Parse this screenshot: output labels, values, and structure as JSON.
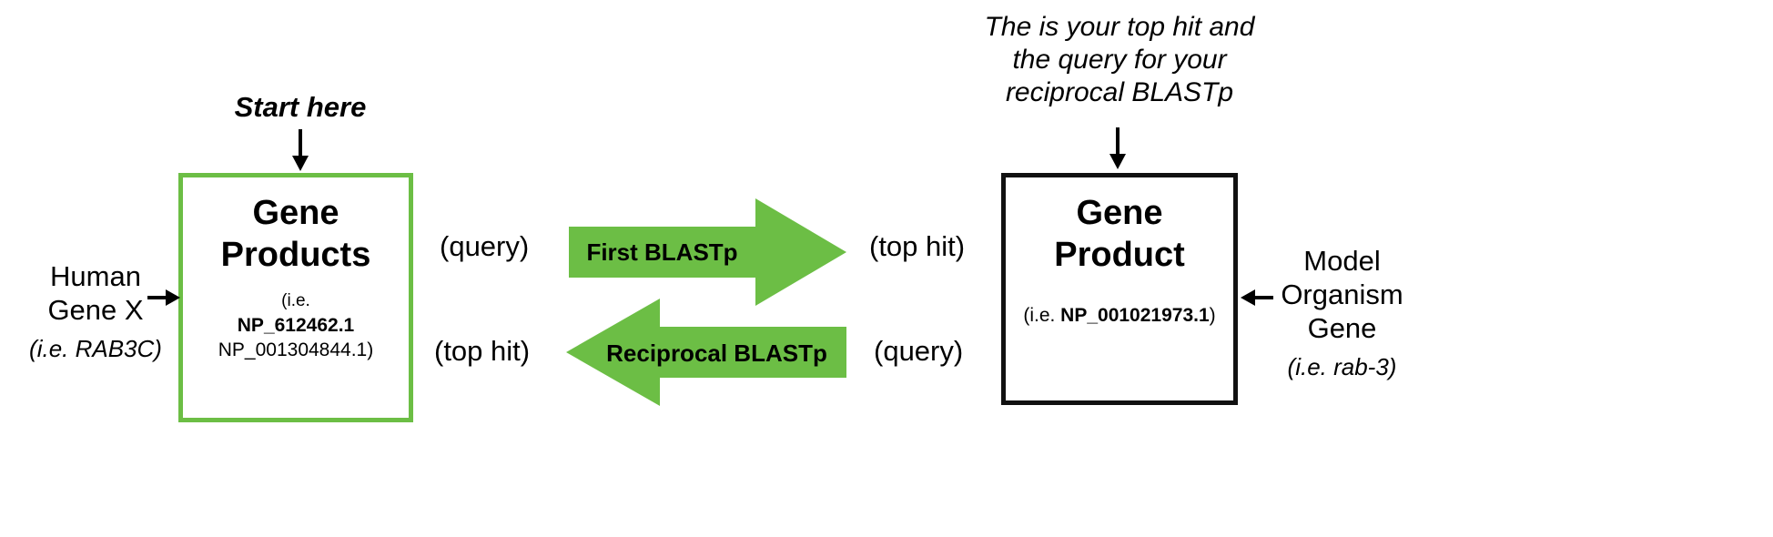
{
  "colors": {
    "green": "#6cbe45",
    "line": "#000000"
  },
  "labels": {
    "start_here": "Start here"
  },
  "note": {
    "lines": [
      "The is your top hit and",
      "the query for your",
      "reciprocal BLASTp"
    ]
  },
  "left_box": {
    "title": [
      "Gene",
      "Products"
    ],
    "id_prefix": "(i.e.",
    "id_bold": "NP_612462.1",
    "id_rest": "NP_001304844.1)"
  },
  "right_box": {
    "title": [
      "Gene",
      "Product"
    ],
    "id_prefix": "(i.e. ",
    "id_bold": "NP_001021973.1",
    "id_suffix": ")"
  },
  "human_gene": {
    "lines": [
      "Human",
      "Gene X"
    ],
    "example": "(i.e. RAB3C)"
  },
  "model_gene": {
    "lines": [
      "Model",
      "Organism",
      "Gene"
    ],
    "example": "(i.e. rab-3)"
  },
  "arrows": {
    "first_blast": {
      "label": "First BLASTp",
      "left": "(query)",
      "right": "(top hit)"
    },
    "reciprocal_blast": {
      "label": "Reciprocal BLASTp",
      "left": "(top hit)",
      "right": "(query)"
    }
  }
}
